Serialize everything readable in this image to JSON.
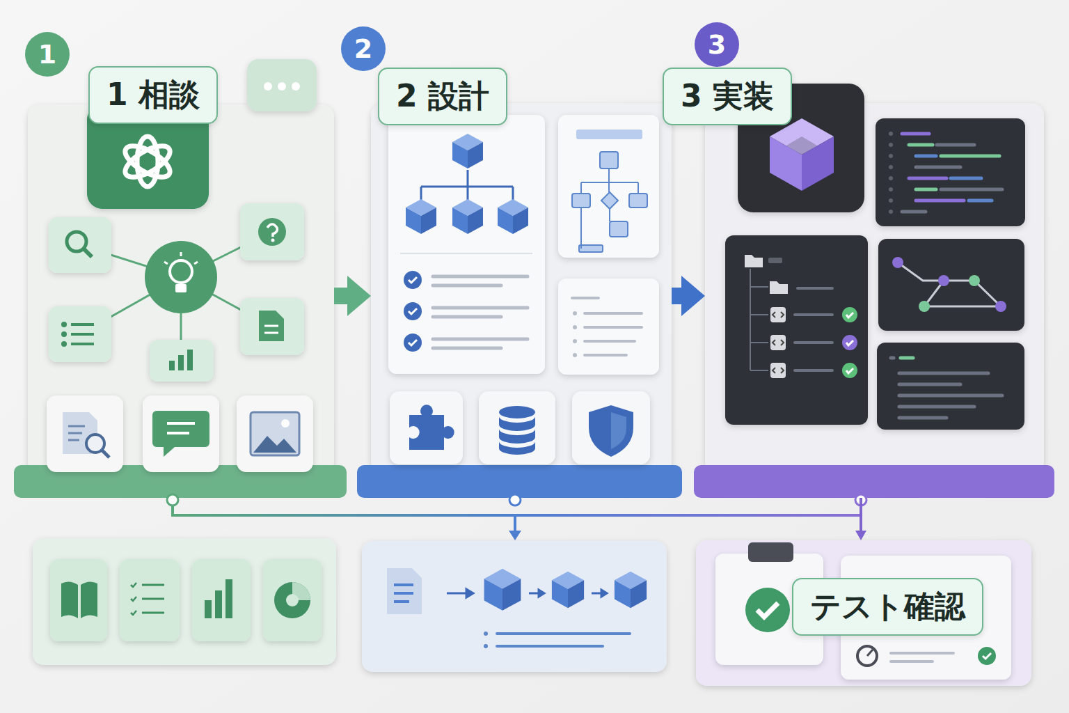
{
  "diagram": {
    "nodes": [
      {
        "text": [
          "1 相談"
        ]
      },
      {
        "text": [
          "2 設計"
        ]
      },
      {
        "text": [
          "3 実装"
        ]
      },
      {
        "text": [
          "テスト確認"
        ]
      }
    ],
    "edges": [
      {
        "from": 0,
        "to": 1,
        "arrow": "to"
      },
      {
        "from": 1,
        "to": 2,
        "arrow": "to"
      },
      {
        "from": 2,
        "to": 3,
        "arrow": "to"
      }
    ],
    "labels": [
      "1",
      "2",
      "3"
    ]
  }
}
